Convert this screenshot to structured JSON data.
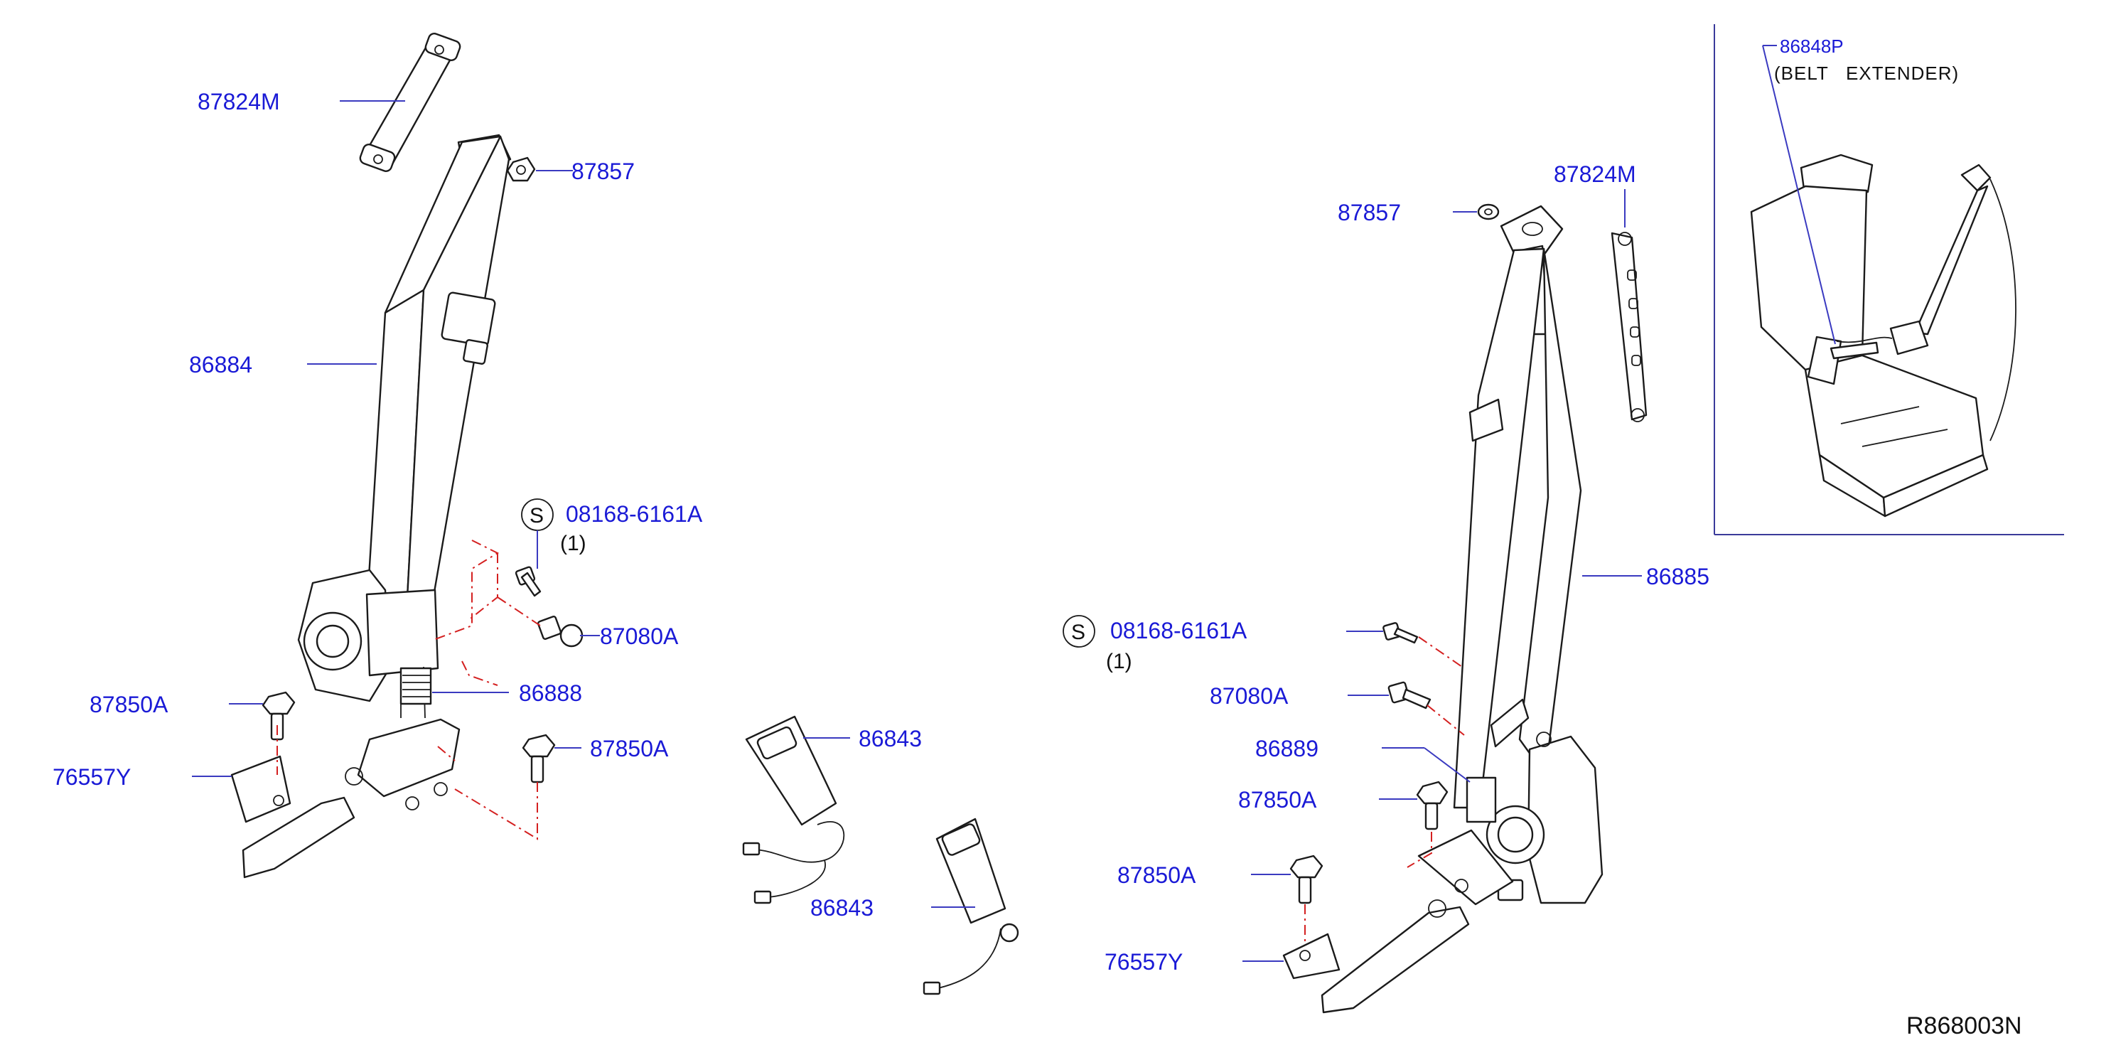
{
  "diagram_code": "R868003N",
  "symbol_s": "S",
  "left": {
    "p_87824M": "87824M",
    "p_87857": "87857",
    "p_86884": "86884",
    "p_08168": "08168-6161A",
    "p_08168_qty": "(1)",
    "p_87080A": "87080A",
    "p_86888": "86888",
    "p_87850A_a": "87850A",
    "p_87850A_b": "87850A",
    "p_76557Y": "76557Y"
  },
  "center": {
    "p_86843_a": "86843",
    "p_86843_b": "86843"
  },
  "right": {
    "p_87857": "87857",
    "p_87824M": "87824M",
    "p_86885": "86885",
    "p_08168": "08168-6161A",
    "p_08168_qty": "(1)",
    "p_87080A": "87080A",
    "p_86889": "86889",
    "p_87850A_a": "87850A",
    "p_87850A_b": "87850A",
    "p_76557Y": "76557Y"
  },
  "inset": {
    "p_86848P": "86848P",
    "caption": "(BELT   EXTENDER)"
  }
}
